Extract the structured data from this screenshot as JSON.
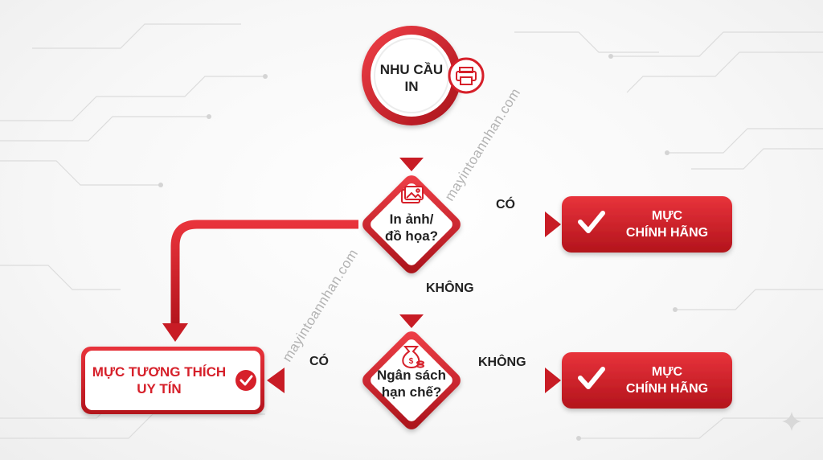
{
  "colors": {
    "accent": "#d6202a",
    "accent_dark": "#b5141d",
    "text": "#222222",
    "watermark": "#9a9a9a"
  },
  "start_node": {
    "line1": "NHU CẦU",
    "line2": "IN",
    "icon": "printer-icon"
  },
  "decision1": {
    "line1": "In ảnh/",
    "line2": "đồ họa?",
    "icon": "image-icon"
  },
  "decision2": {
    "line1": "Ngân sách",
    "line2": "hạn chế?",
    "icon": "money-bag-icon"
  },
  "result_top": {
    "line1": "MỰC",
    "line2": "CHÍNH HÃNG",
    "icon": "check-icon"
  },
  "result_bottom": {
    "line1": "MỰC",
    "line2": "CHÍNH HÃNG",
    "icon": "check-icon"
  },
  "result_left": {
    "line1": "MỰC TƯƠNG THÍCH",
    "line2": "UY TÍN",
    "icon": "check-circle-icon"
  },
  "edges": {
    "d1_yes": "CÓ",
    "d1_no": "KHÔNG",
    "d2_yes": "CÓ",
    "d2_no": "KHÔNG"
  },
  "watermarks": [
    "mayintoannhan.com",
    "mayintoannhan.com"
  ]
}
